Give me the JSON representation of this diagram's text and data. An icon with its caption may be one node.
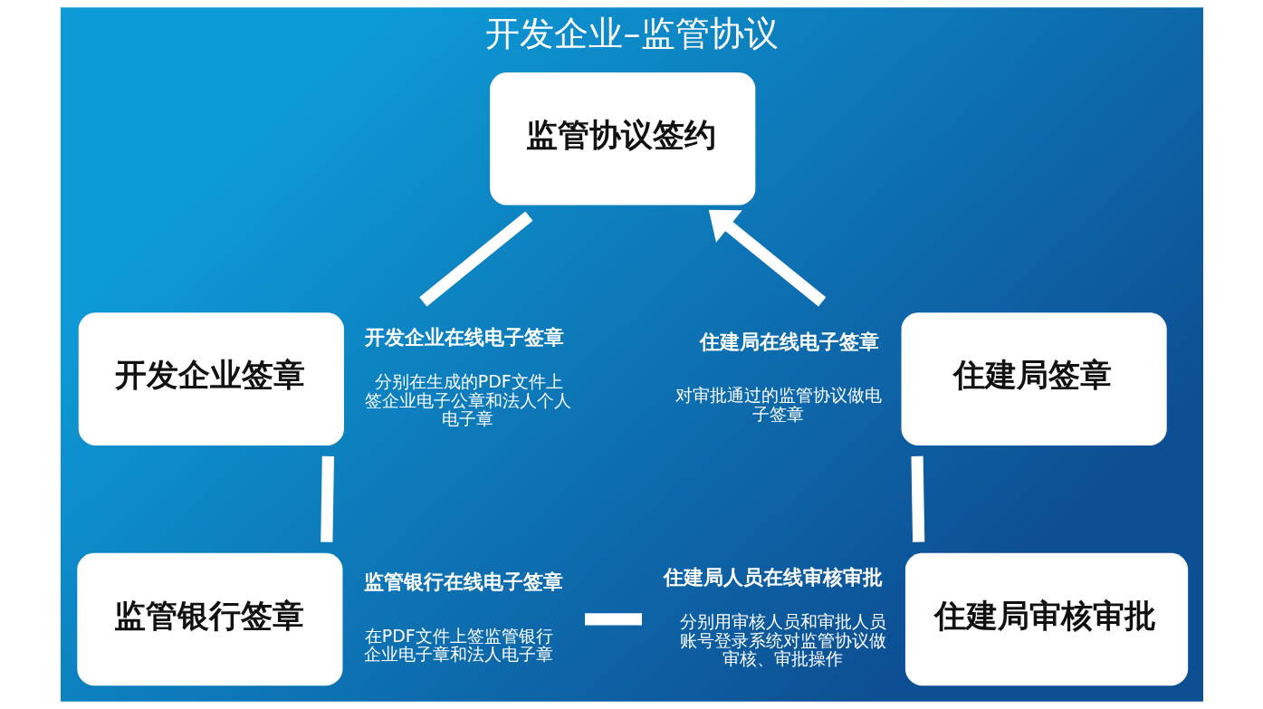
{
  "diagram": {
    "title": "开发企业–监管协议",
    "nodes": [
      {
        "text": [
          "监管协议签约"
        ]
      },
      {
        "text": [
          "开发企业签章"
        ],
        "beside": [
          "开发企业在线电子签章",
          "分别在生成的PDF文件上签企业电子公章和法人个人电子章"
        ]
      },
      {
        "text": [
          "监管银行签章"
        ],
        "beside": [
          "监管银行在线电子签章",
          "在PDF文件上签监管银行企业电子章和法人电子章"
        ]
      },
      {
        "text": [
          "住建局审核审批"
        ],
        "beside": [
          "住建局人员在线审核审批",
          "分别用审核人员和审批人员账号登录系统对监管协议做审核、审批操作"
        ]
      },
      {
        "text": [
          "住建局签章"
        ],
        "beside": [
          "住建局在线电子签章",
          "对审批通过的监管协议做电子签章"
        ]
      }
    ],
    "edges": [
      {
        "from": 0,
        "to": 1,
        "arrow": "none"
      },
      {
        "from": 1,
        "to": 2,
        "arrow": "none"
      },
      {
        "from": 2,
        "to": 3,
        "arrow": "none"
      },
      {
        "from": 3,
        "to": 4,
        "arrow": "none"
      },
      {
        "from": 4,
        "to": 0,
        "arrow": "to"
      }
    ]
  }
}
